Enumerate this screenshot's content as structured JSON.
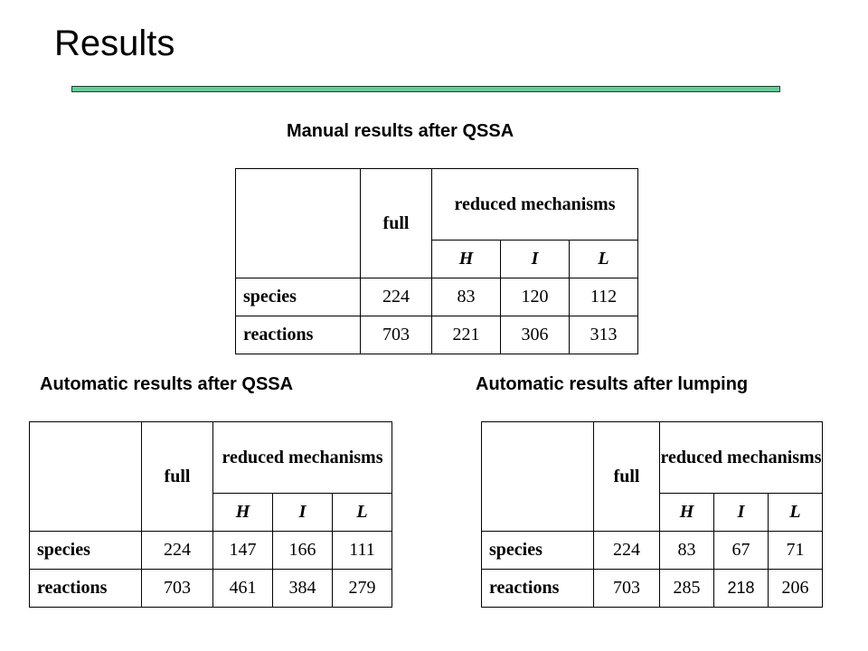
{
  "slide": {
    "title": "Results"
  },
  "sections": {
    "manual": {
      "heading": "Manual results after QSSA",
      "table": {
        "full_header": "full",
        "reduced_header": "reduced mechanisms",
        "sub_headers": [
          "H",
          "I",
          "L"
        ],
        "rows": [
          {
            "label": "species",
            "full": "224",
            "H": "83",
            "I": "120",
            "L": "112"
          },
          {
            "label": "reactions",
            "full": "703",
            "H": "221",
            "I": "306",
            "L": "313"
          }
        ]
      }
    },
    "auto_qssa": {
      "heading": "Automatic results after QSSA",
      "table": {
        "full_header": "full",
        "reduced_header": "reduced mechanisms",
        "sub_headers": [
          "H",
          "I",
          "L"
        ],
        "rows": [
          {
            "label": "species",
            "full": "224",
            "H": "147",
            "I": "166",
            "L": "111"
          },
          {
            "label": "reactions",
            "full": "703",
            "H": "461",
            "I": "384",
            "L": "279"
          }
        ]
      }
    },
    "auto_lumping": {
      "heading": "Automatic results after lumping",
      "table": {
        "full_header": "full",
        "reduced_header": "reduced mechanisms",
        "sub_headers": [
          "H",
          "I",
          "L"
        ],
        "rows": [
          {
            "label": "species",
            "full": "224",
            "H": "83",
            "I": "67",
            "L": "71"
          },
          {
            "label": "reactions",
            "full": "703",
            "H": "285",
            "I": "218",
            "L": "206"
          }
        ]
      }
    }
  },
  "colors": {
    "title_rule": "#66cc99",
    "title_rule_border": "#1f3f34",
    "text": "#000000",
    "background": "#ffffff"
  }
}
